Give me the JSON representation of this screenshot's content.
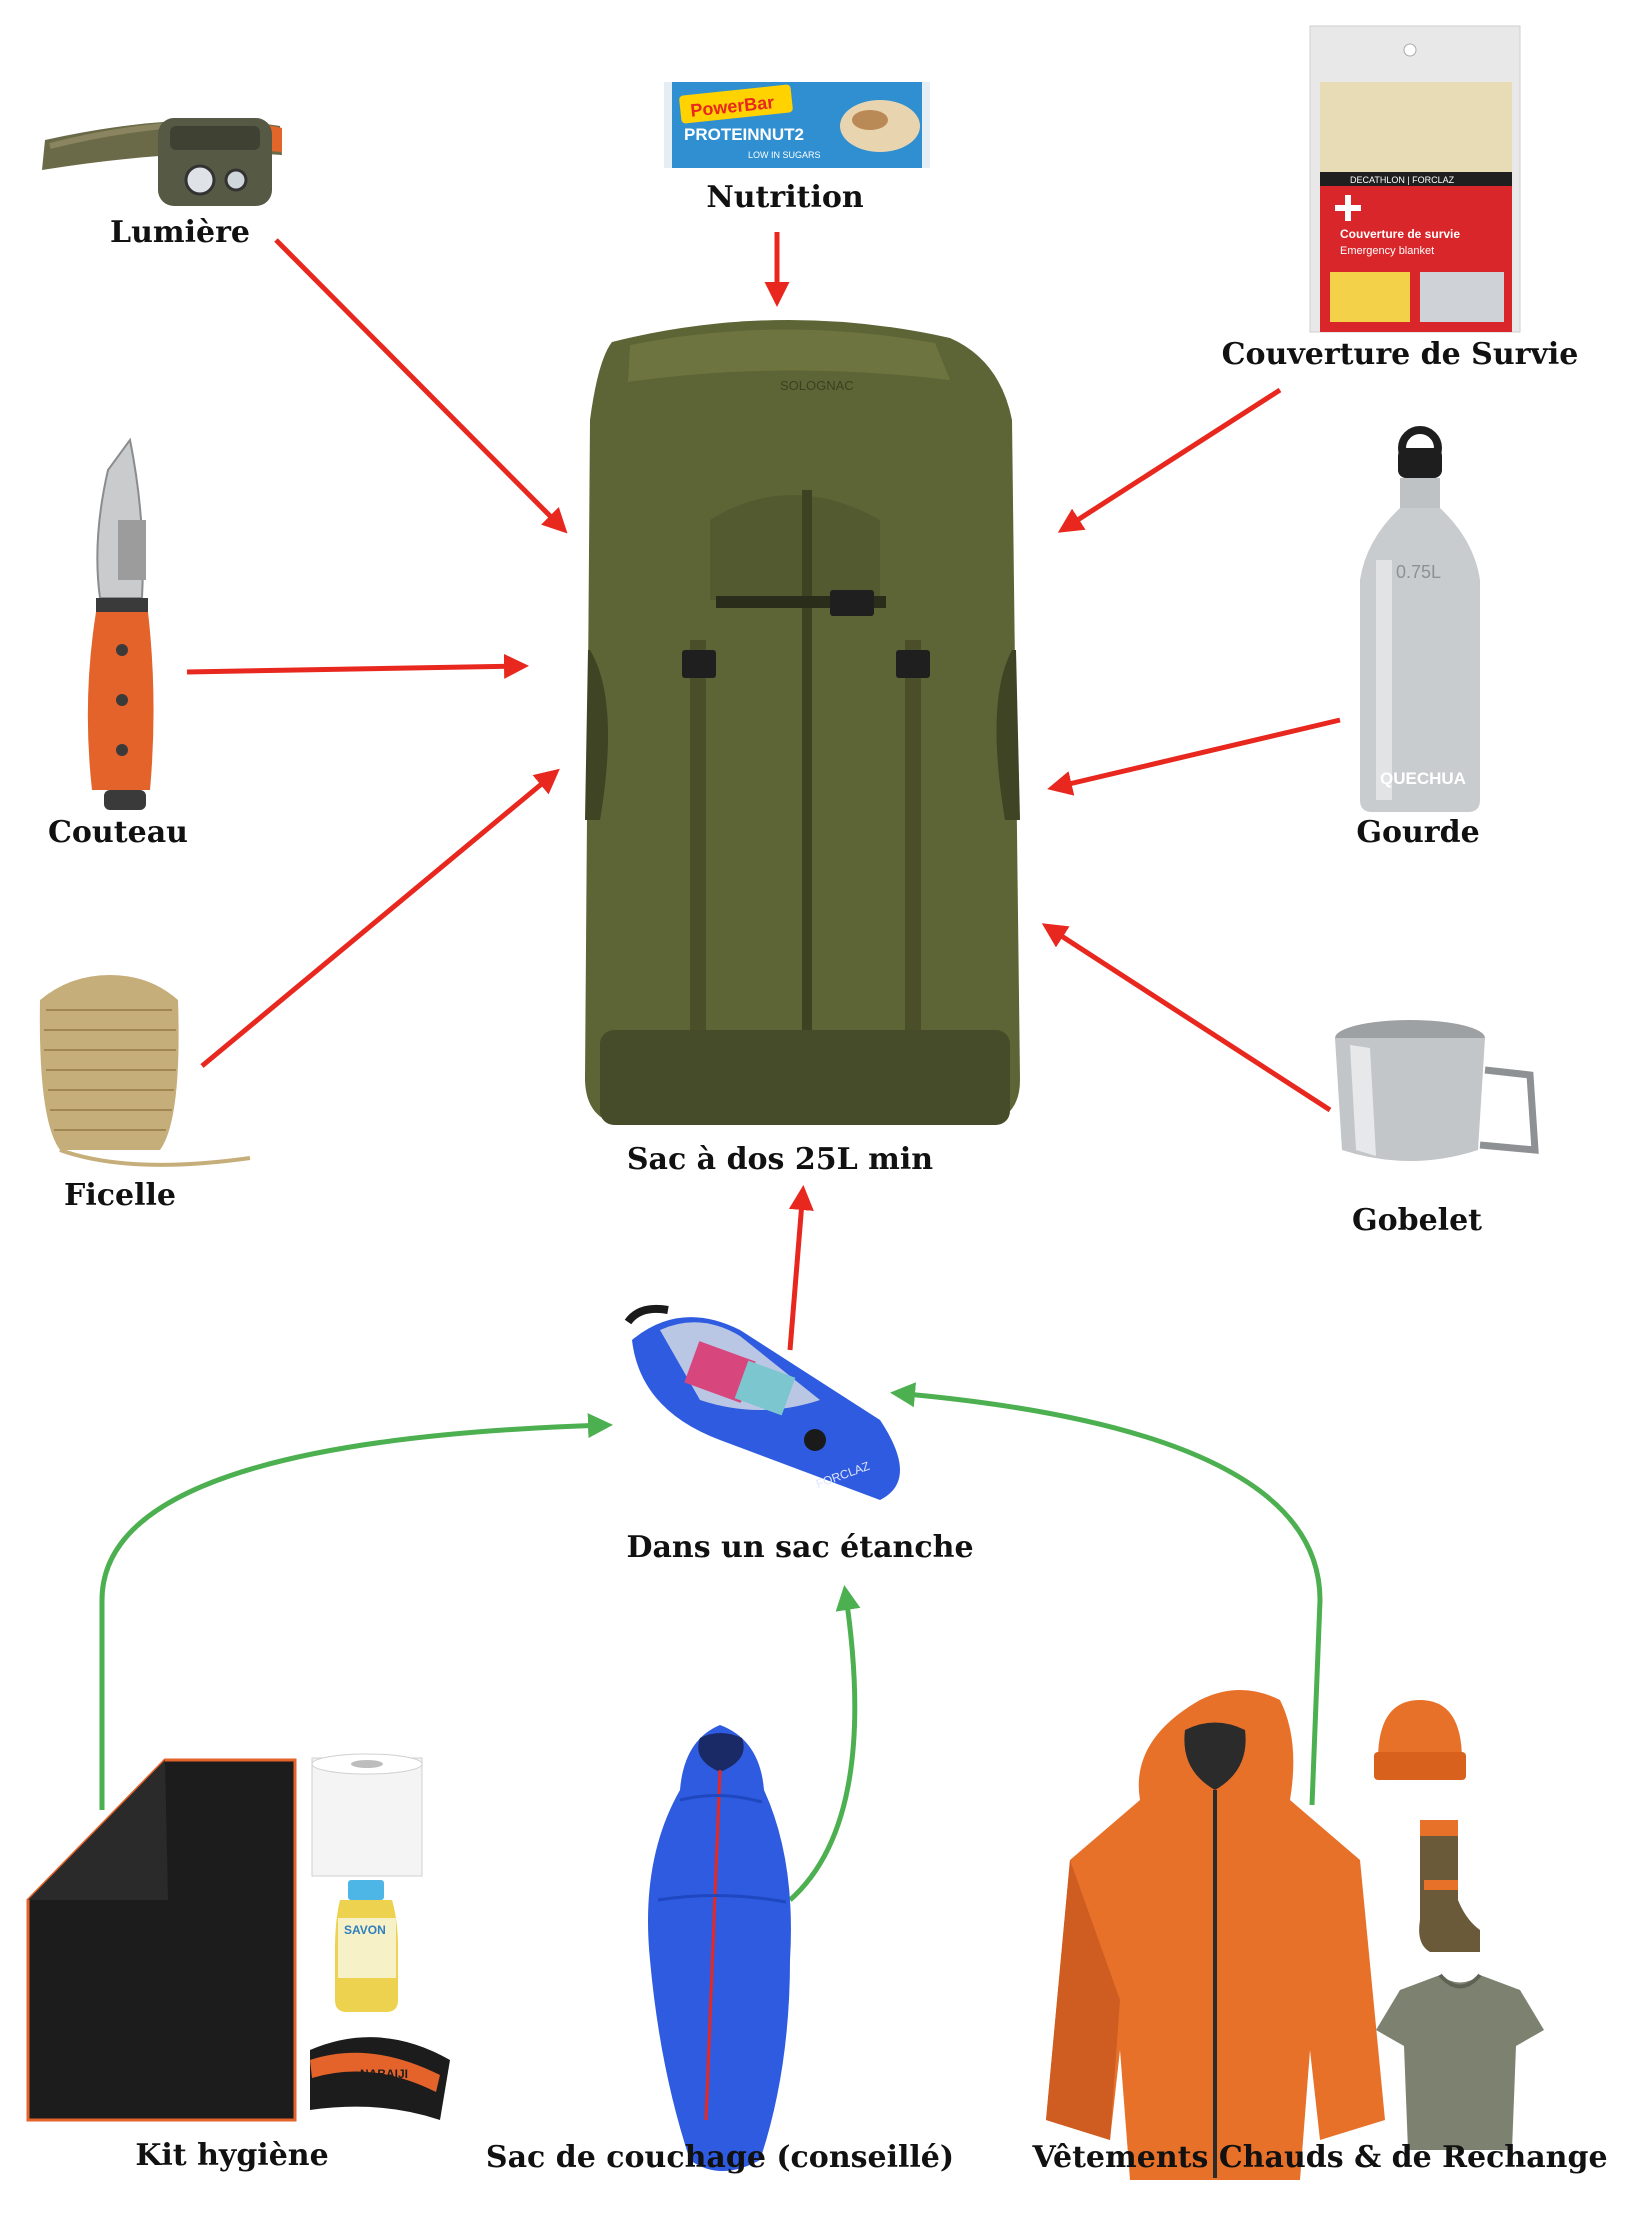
{
  "items": {
    "lumiere": "Lumière",
    "nutrition": "Nutrition",
    "couverture": "Couverture de Survie",
    "couteau": "Couteau",
    "gourde": "Gourde",
    "ficelle": "Ficelle",
    "gobelet": "Gobelet",
    "sac_a_dos": "Sac à dos 25L min",
    "sac_etanche": "Dans un sac étanche",
    "kit_hygiene": "Kit hygiène",
    "sac_couchage": "Sac de couchage (conseillé)",
    "vetements": "Vêtements  Chauds & de Rechange"
  },
  "product_text": {
    "powerbar_brand": "PowerBar",
    "powerbar_product": "PROTEINNUT2",
    "powerbar_sub": "LOW IN SUGARS",
    "blanket_brand": "DECATHLON | FORCLAZ",
    "blanket_line1": "Couverture de survie",
    "blanket_line2": "Emergency blanket",
    "bottle_volume": "0.75L",
    "bottle_brand": "QUECHUA",
    "backpack_brand": "SOLOGNAC",
    "drybag_brand": "FORCLAZ",
    "soap_label": "SAVON",
    "towel_brand": "NABAIJI"
  },
  "colors": {
    "arrow_red": "#e8281e",
    "arrow_green": "#4caf50",
    "backpack": "#5d6435"
  }
}
